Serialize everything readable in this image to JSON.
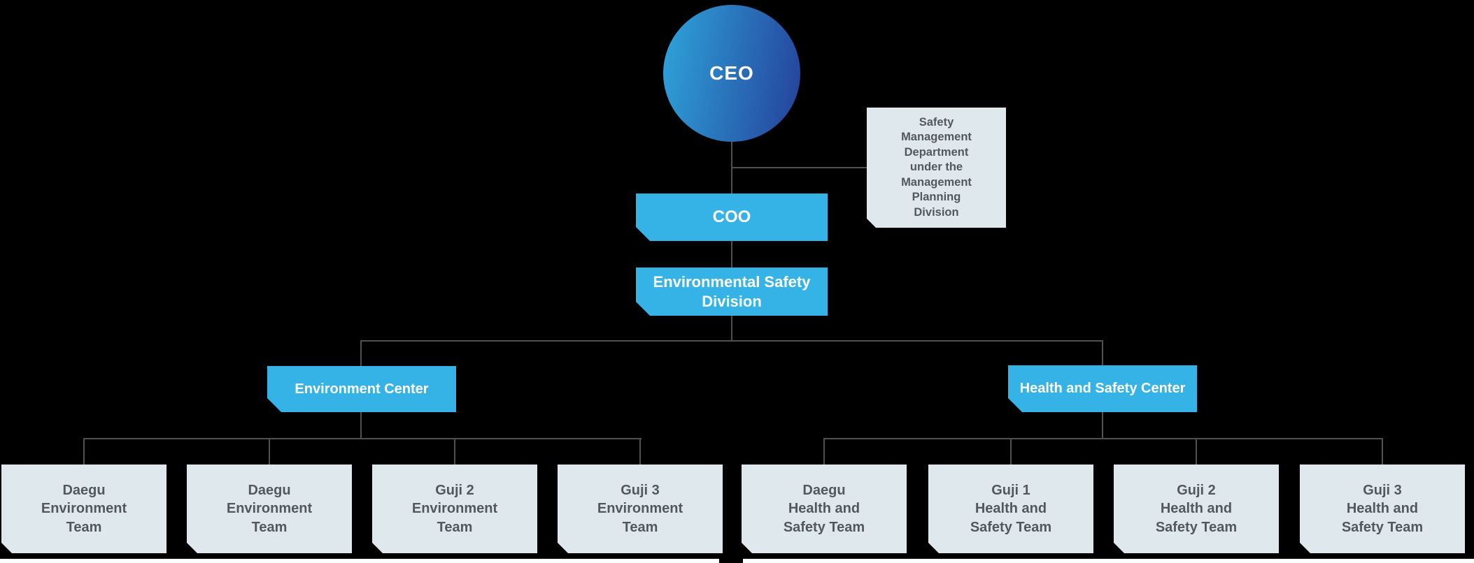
{
  "colors": {
    "accent_blue": "#35B3E6",
    "ceo_gradient_start": "#2FA5DB",
    "ceo_gradient_end": "#24409A",
    "light_node_bg": "#DFE9ED",
    "dark_text": "#53585C",
    "connector_line": "#505050",
    "background": "#000000"
  },
  "org": {
    "ceo_label": "CEO",
    "staff_note_label": "Safety\nManagement\nDepartment\nunder the\nManagement\nPlanning\nDivision",
    "coo_label": "COO",
    "division_label": "Environmental Safety\nDivision",
    "centers": [
      {
        "label": "Environment Center"
      },
      {
        "label": "Health and Safety Center"
      }
    ],
    "teams": [
      {
        "label": "Daegu\nEnvironment\nTeam"
      },
      {
        "label": "Daegu\nEnvironment\nTeam"
      },
      {
        "label": "Guji 2\nEnvironment\nTeam"
      },
      {
        "label": "Guji 3\nEnvironment\nTeam"
      },
      {
        "label": "Daegu\nHealth and\nSafety Team"
      },
      {
        "label": "Guji 1\nHealth and\nSafety Team"
      },
      {
        "label": "Guji 2\nHealth and\nSafety Team"
      },
      {
        "label": "Guji 3\nHealth and\nSafety Team"
      }
    ]
  }
}
